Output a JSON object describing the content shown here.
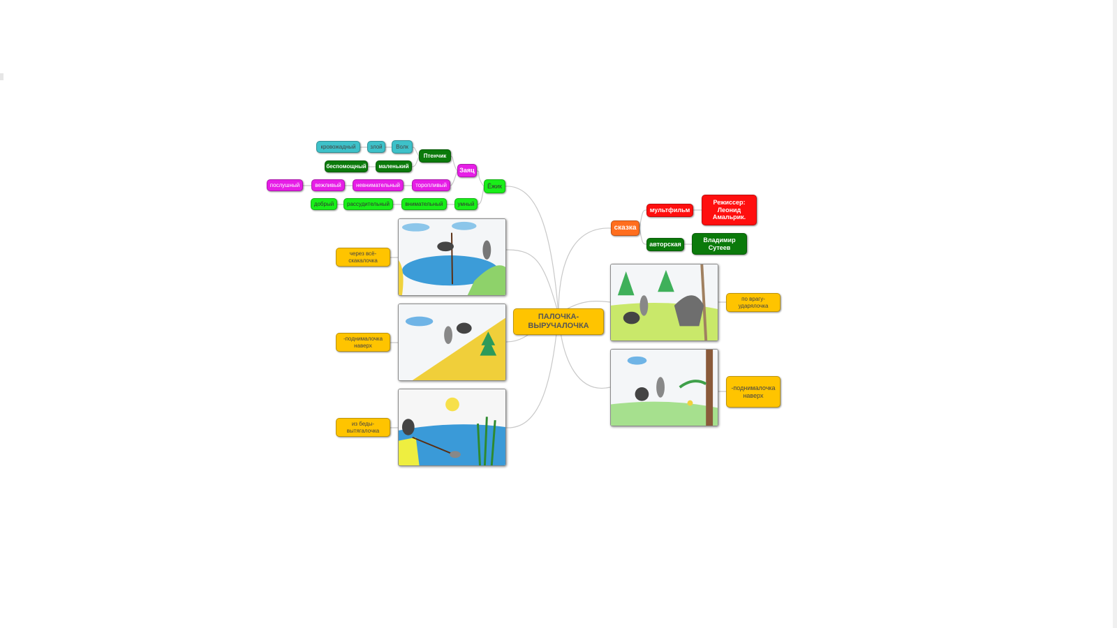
{
  "central": "ПАЛОЧКА-ВЫРУЧАЛОЧКА",
  "left": {
    "characters": {
      "hedgehog": "Ёжик",
      "hare": "Заяц",
      "bird": "Птенчик",
      "wolf": "Волк"
    },
    "wolf_traits": [
      "кровожадный",
      "злой"
    ],
    "bird_traits": [
      "беспомощный",
      "маленький"
    ],
    "hare_traits": [
      "послушный",
      "вежливый",
      "невнимательный",
      "торопливый"
    ],
    "hedgehog_traits": [
      "добрый",
      "рассудительный",
      "внимательный",
      "умный"
    ],
    "scenes": [
      {
        "caption": "через всё-скакалочка"
      },
      {
        "caption": "-поднималочка наверх"
      },
      {
        "caption": "из беды-вытягалочка"
      }
    ]
  },
  "right": {
    "genre": "сказка",
    "cartoon": "мультфильм",
    "director": "Режиссер: Леонид Амальрик.",
    "authored": "авторская",
    "author": "Владимир Сутеев",
    "scenes": [
      {
        "caption": "по врагу-ударялочка"
      },
      {
        "caption": "-поднималочка наверх"
      }
    ]
  },
  "colors": {
    "teal": "#3ec1c9",
    "dark_green": "#0b7a0b",
    "magenta": "#e61ee6",
    "light_green": "#19ee19",
    "yellow": "#ffc400",
    "orange": "#ff6e1e",
    "red": "#ff0f0f",
    "link": "#c8c8c8"
  }
}
